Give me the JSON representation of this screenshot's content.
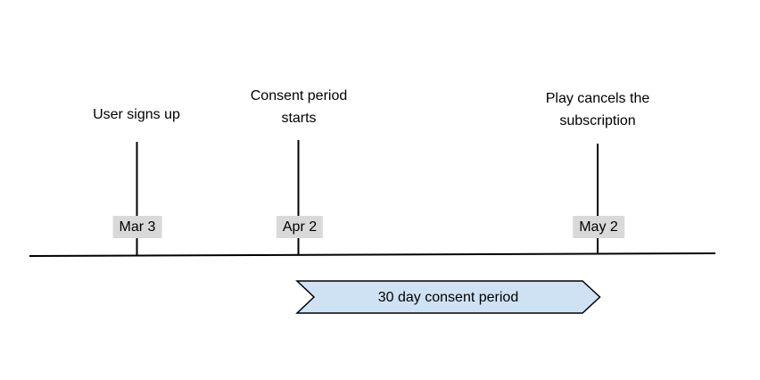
{
  "timeline": {
    "events": [
      {
        "label_lines": [
          "User signs up"
        ],
        "date": "Mar 3"
      },
      {
        "label_lines": [
          "Consent period",
          "starts"
        ],
        "date": "Apr 2"
      },
      {
        "label_lines": [
          "Play cancels the",
          "subscription"
        ],
        "date": "May 2"
      }
    ],
    "banner": {
      "label": "30 day consent period"
    }
  },
  "colors": {
    "background": "#ffffff",
    "text": "#000000",
    "line": "#000000",
    "date_badge_bg": "#d9d9d9",
    "banner_fill": "#cfe2f3",
    "banner_border": "#000000"
  }
}
